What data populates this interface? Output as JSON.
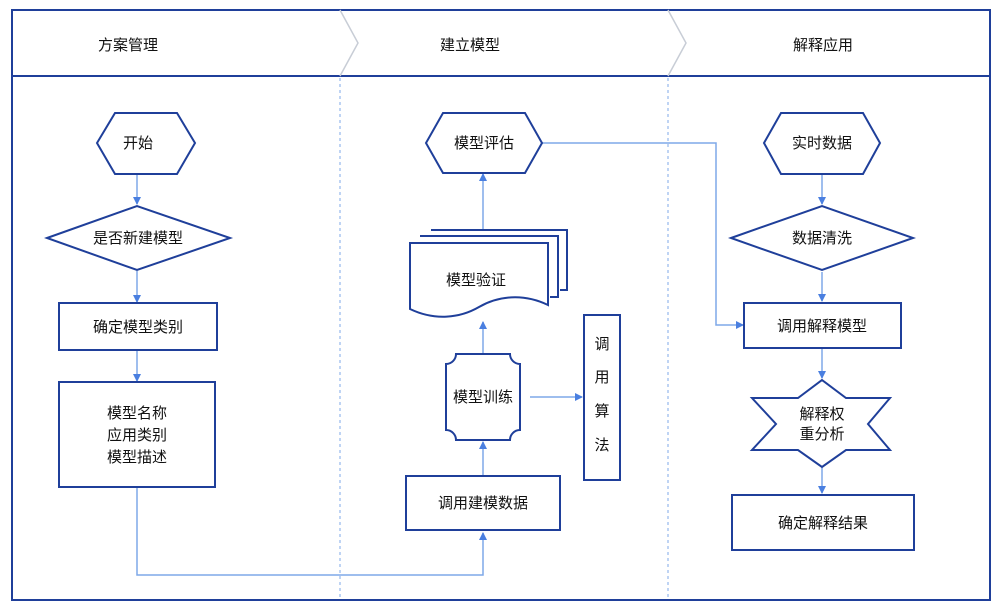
{
  "lanes": [
    {
      "id": "lane-plan",
      "title": "方案管理"
    },
    {
      "id": "lane-build",
      "title": "建立模型"
    },
    {
      "id": "lane-explain",
      "title": "解释应用"
    }
  ],
  "nodes": {
    "start": "开始",
    "new_model_decision": "是否新建模型",
    "confirm_model_type": "确定模型类别",
    "model_info": [
      "模型名称",
      "应用类别",
      "模型描述"
    ],
    "model_evaluation": "模型评估",
    "model_validation": "模型验证",
    "model_training": "模型训练",
    "call_algorithm": [
      "调",
      "用",
      "算",
      "法"
    ],
    "call_modeling_data": "调用建模数据",
    "realtime_data": "实时数据",
    "data_cleaning": "数据清洗",
    "call_explain_model": "调用解释模型",
    "explain_weight_analysis": [
      "解释权",
      "重分析"
    ],
    "confirm_explain_result": "确定解释结果"
  }
}
